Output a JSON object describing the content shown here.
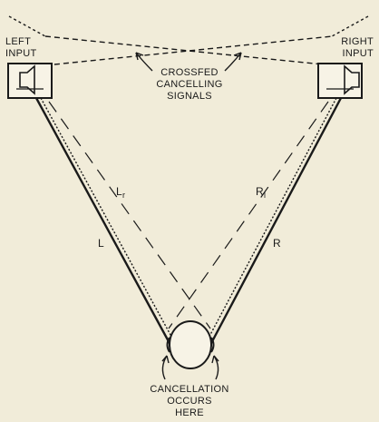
{
  "labels": {
    "left_input": [
      "LEFT",
      "INPUT"
    ],
    "right_input": [
      "RIGHT",
      "INPUT"
    ],
    "crossfed": [
      "CROSSFED",
      "CANCELLING",
      "SIGNALS"
    ],
    "cancellation": [
      "CANCELLATION",
      "OCCURS",
      "HERE"
    ],
    "path_left": "L",
    "path_right": "R",
    "cross_left_main": "L",
    "cross_left_sub": "r",
    "cross_right_main": "R",
    "cross_right_sub": "l"
  },
  "colors": {
    "background": "#f1ecd9",
    "ink": "#1a1a1a"
  }
}
